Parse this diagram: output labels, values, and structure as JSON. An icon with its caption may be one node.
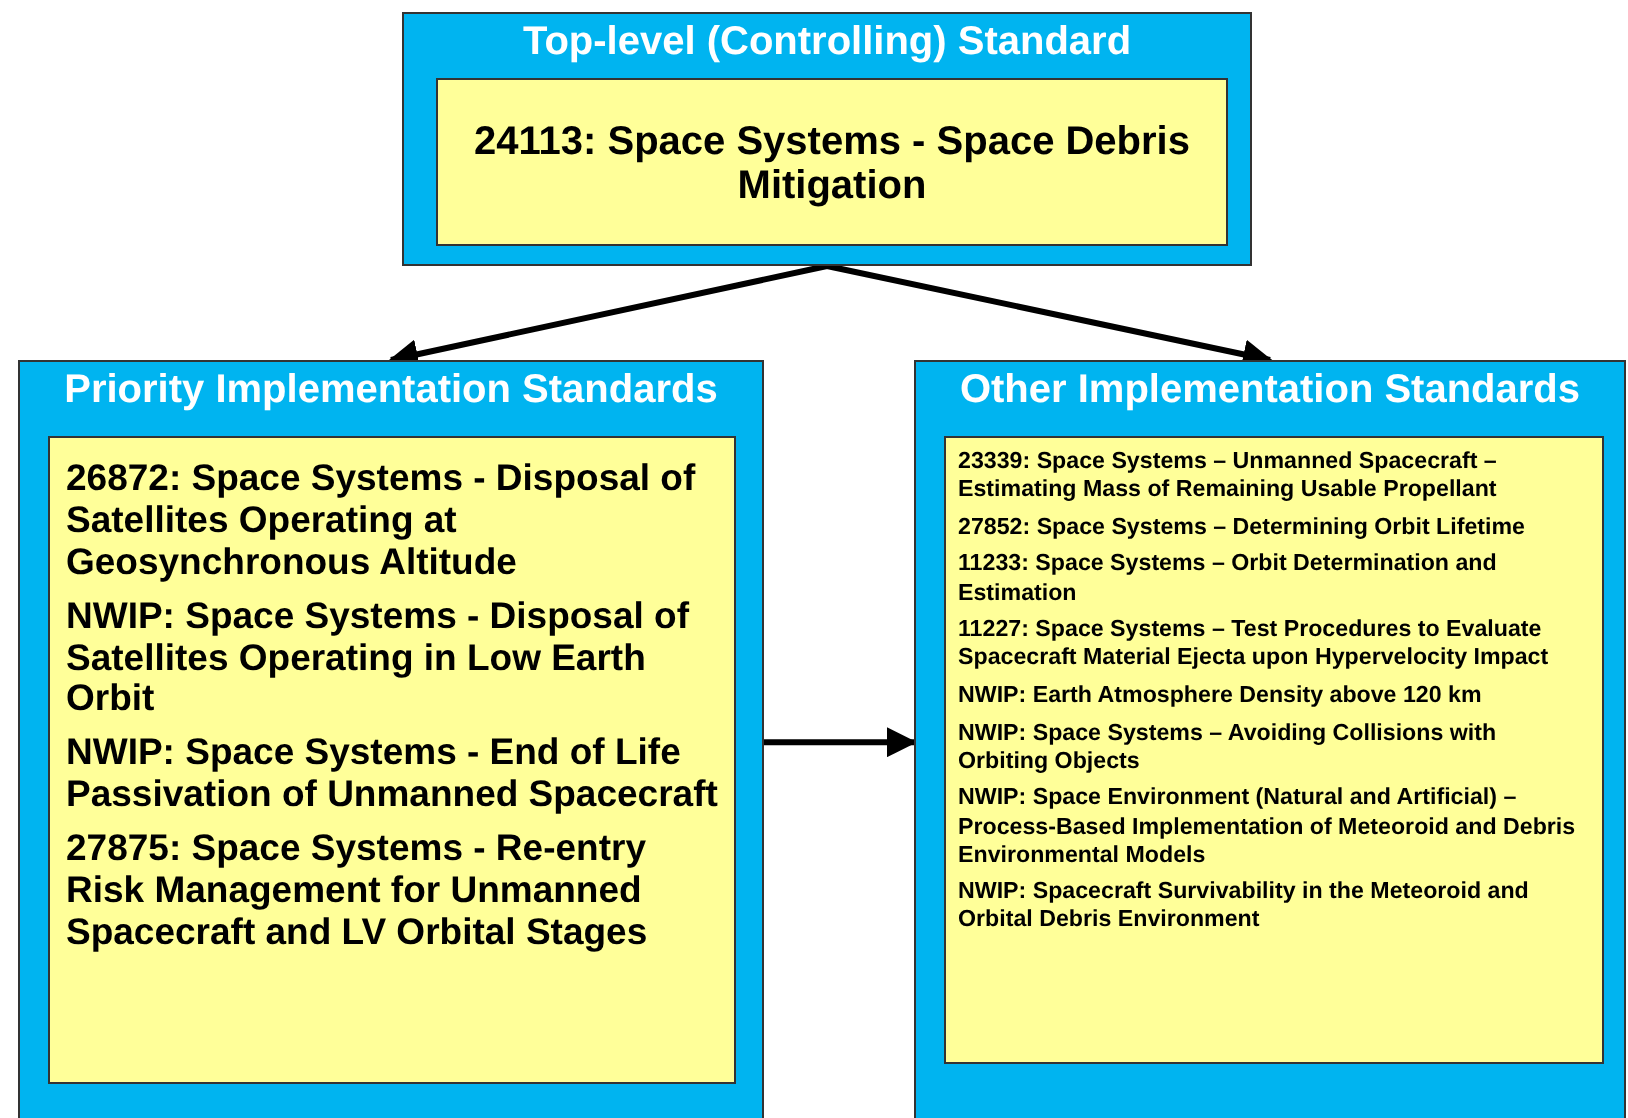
{
  "diagram": {
    "nodes": [
      {
        "text": [
          "Top-level (Controlling) Standard"
        ]
      },
      {
        "text": [
          "24113: Space Systems - Space Debris Mitigation"
        ],
        "in": 0
      },
      {
        "text": [
          "Priority Implementation Standards"
        ]
      },
      {
        "text": [
          "26872: Space Systems - Disposal of Satellites Operating at Geosynchronous Altitude",
          "NWIP: Space Systems - Disposal of Satellites Operating in Low Earth Orbit",
          "NWIP: Space Systems - End of Life Passivation of Unmanned Spacecraft",
          "27875: Space Systems - Re-entry Risk Management for Unmanned Spacecraft and LV Orbital Stages"
        ],
        "in": 2
      },
      {
        "text": [
          "Other Implementation Standards"
        ]
      },
      {
        "text": [
          "23339: Space Systems –  Unmanned Spacecraft – Estimating Mass of Remaining Usable Propellant",
          "27852: Space Systems – Determining Orbit Lifetime",
          "11233: Space Systems – Orbit Determination and Estimation",
          "11227: Space Systems –  Test Procedures to Evaluate Spacecraft Material Ejecta upon Hypervelocity Impact",
          "NWIP: Earth Atmosphere Density above 120 km",
          "NWIP: Space Systems – Avoiding Collisions with Orbiting Objects",
          "NWIP: Space Environment (Natural and Artificial) – Process-Based Implementation of Meteoroid and Debris Environmental Models",
          "NWIP: Spacecraft Survivability in the Meteoroid and Orbital Debris Environment"
        ],
        "in": 4
      }
    ],
    "edges": [
      {
        "from": 0,
        "to": 2,
        "arrow": "to"
      },
      {
        "from": 0,
        "to": 4,
        "arrow": "to"
      },
      {
        "from": 2,
        "to": 4,
        "arrow": "to"
      }
    ]
  }
}
